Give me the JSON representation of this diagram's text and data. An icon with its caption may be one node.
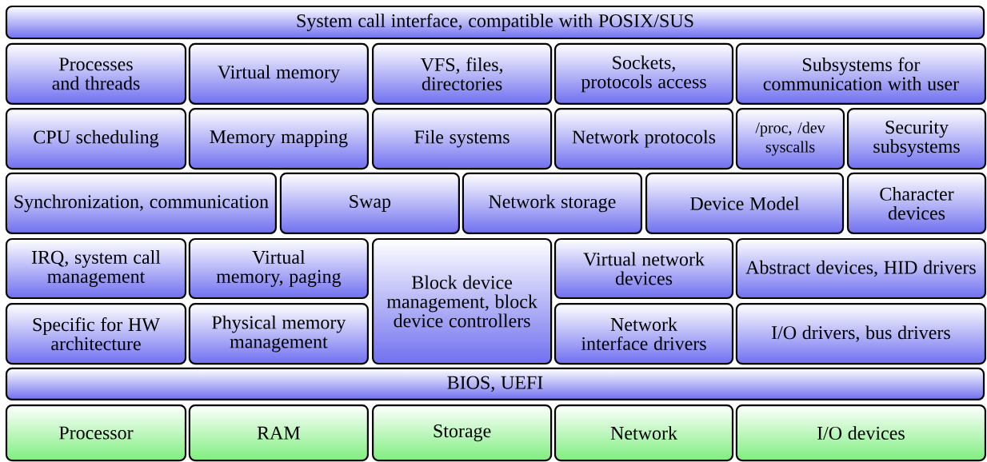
{
  "diagram": {
    "nodes": [
      {
        "text": [
          "System call interface, compatible with POSIX/SUS"
        ]
      },
      {
        "text": [
          "Processes and threads"
        ]
      },
      {
        "text": [
          "Virtual memory"
        ]
      },
      {
        "text": [
          "VFS, files, directories"
        ]
      },
      {
        "text": [
          "Sockets, protocols access"
        ]
      },
      {
        "text": [
          "Subsystems for communication with user"
        ]
      },
      {
        "text": [
          "CPU scheduling"
        ]
      },
      {
        "text": [
          "Memory mapping"
        ]
      },
      {
        "text": [
          "File systems"
        ]
      },
      {
        "text": [
          "Network protocols"
        ]
      },
      {
        "text": [
          "/proc, /dev syscalls"
        ]
      },
      {
        "text": [
          "Security subsystems"
        ]
      },
      {
        "text": [
          "Synchronization, communication"
        ]
      },
      {
        "text": [
          "Swap"
        ]
      },
      {
        "text": [
          "Network storage"
        ]
      },
      {
        "text": [
          "Device Model"
        ]
      },
      {
        "text": [
          "Character devices"
        ]
      },
      {
        "text": [
          "IRQ, system call management"
        ]
      },
      {
        "text": [
          "Virtual memory, paging"
        ]
      },
      {
        "text": [
          "Block device management, block device controllers"
        ]
      },
      {
        "text": [
          "Virtual network devices"
        ]
      },
      {
        "text": [
          "Abstract devices, HID drivers"
        ]
      },
      {
        "text": [
          "Specific for HW architecture"
        ]
      },
      {
        "text": [
          "Physical memory management"
        ]
      },
      {
        "text": [
          "Network interface drivers"
        ]
      },
      {
        "text": [
          "I/O drivers, bus drivers"
        ]
      },
      {
        "text": [
          "BIOS, UEFI"
        ]
      },
      {
        "text": [
          "Processor"
        ]
      },
      {
        "text": [
          "RAM"
        ]
      },
      {
        "text": [
          "Storage"
        ]
      },
      {
        "text": [
          "Network"
        ]
      },
      {
        "text": [
          "I/O devices"
        ]
      }
    ]
  }
}
